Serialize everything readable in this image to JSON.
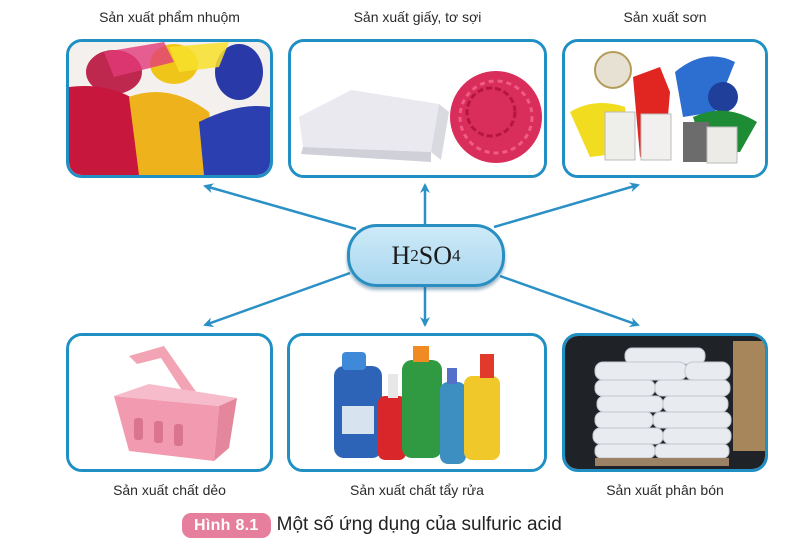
{
  "center": {
    "formula_parts": [
      "H",
      "2",
      "SO",
      "4"
    ],
    "formula": "H2SO4"
  },
  "applications": [
    {
      "id": "dyes",
      "label": "Sản xuất phẩm nhuộm",
      "image": "colored-dye-powders"
    },
    {
      "id": "paper",
      "label": "Sản xuất giấy, tơ sợi",
      "image": "paper-stack-and-fiber-ball"
    },
    {
      "id": "paint",
      "label": "Sản xuất sơn",
      "image": "paint-cans-splashing"
    },
    {
      "id": "plastic",
      "label": "Sản xuất chất dẻo",
      "image": "pink-plastic-basket"
    },
    {
      "id": "detergent",
      "label": "Sản xuất chất tẩy rửa",
      "image": "detergent-bottles"
    },
    {
      "id": "fertilizer",
      "label": "Sản xuất phân bón",
      "image": "fertilizer-sacks-on-pallet"
    }
  ],
  "figure": {
    "badge": "Hình 8.1",
    "caption": "Một số ứng dụng của sulfuric acid"
  },
  "colors": {
    "border": "#1f8fc4",
    "pill_fill": "#b8def2",
    "arrow": "#2a90c6",
    "badge": "#e67f9d"
  }
}
